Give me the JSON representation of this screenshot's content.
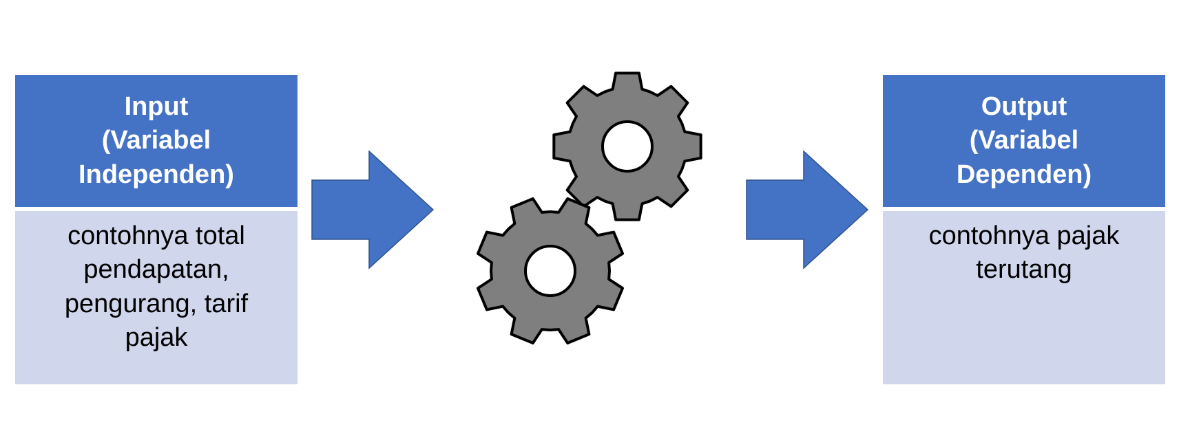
{
  "colors": {
    "header_fill": "#4472C4",
    "body_fill": "#D0D6EB",
    "arrow_fill": "#4472C4",
    "gear_fill": "#7F7F7F",
    "gear_stroke": "#000000"
  },
  "input_block": {
    "title_lines": [
      "Input",
      "(Variabel",
      "Independen)"
    ],
    "body_lines": [
      "contohnya total",
      "pendapatan,",
      "pengurang, tarif",
      "pajak"
    ]
  },
  "output_block": {
    "title_lines": [
      "Output",
      "(Variabel",
      "Dependen)"
    ],
    "body_lines": [
      "contohnya pajak",
      "terutang"
    ]
  },
  "icons": {
    "arrow_left": "right-arrow-icon",
    "arrow_right": "right-arrow-icon",
    "gears": "gears-icon"
  }
}
